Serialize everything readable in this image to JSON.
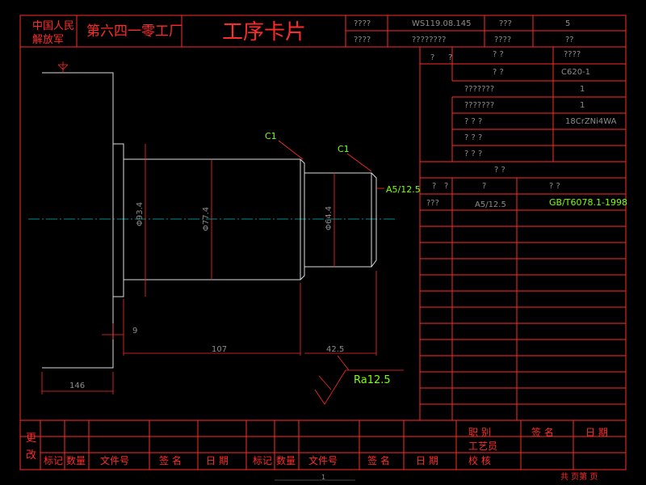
{
  "header": {
    "org_line1": "中国人民",
    "org_line2": "解放军",
    "factory": "第六四一零工厂",
    "title": "工序卡片",
    "cell_q1": "????",
    "cell_q2": "????",
    "drawing_no": "WS119.08.145",
    "cell_q3": "????????",
    "cell_q4": "???",
    "cell_q5": "????",
    "value_5": "5",
    "value_qq": "??"
  },
  "right_panel": {
    "row0_a": "?",
    "row0_b": "?",
    "row0_c": "?   ?",
    "row0_d": "????",
    "row1_c": "?   ?",
    "row1_d": "C620-1",
    "row2_c": "???????",
    "row2_d": "1",
    "row3_c": "???????",
    "row3_d": "1",
    "row4_c": "?  ?  ?",
    "row4_d": "18CrZNi4WA",
    "row5_c": "?  ?  ?",
    "row6_c": "?    ?    ?",
    "row7_c": "?         ?",
    "row8_a": "?",
    "row8_b": "?",
    "row8_c": "?",
    "row8_d": "?     ?",
    "row9_a": "???",
    "row9_c": "A5/12.5",
    "row9_d": "GB/T6078.1-1998"
  },
  "drawing": {
    "chamfer_left": "C1",
    "chamfer_right": "C1",
    "dia_93": "Φ93.4",
    "dia_77": "Φ77.4",
    "dia_64": "Φ64.4",
    "center_hole": "A5/12.5",
    "dim_9": "9",
    "dim_107": "107",
    "dim_42": "42.5",
    "dim_146": "146",
    "roughness": "Ra12.5"
  },
  "footer": {
    "change_1": "更",
    "change_2": "改",
    "mark": "标记",
    "qty": "数量",
    "file_no": "文件号",
    "sign": "签 名",
    "date": "日 期",
    "mark2": "标记",
    "qty2": "数量",
    "file_no2": "文件号",
    "sign2": "签 名",
    "date2": "日 期",
    "role1": "职 别",
    "role2": "工艺员",
    "role3": "校 核",
    "sign3": "签 名",
    "date3": "日 期",
    "pages": "共  页第  页",
    "page_no": "1"
  },
  "colors": {
    "frame": "#ff2a2a",
    "part": "#dcdcdc",
    "label": "#7fff00",
    "axis": "#00bcbc"
  }
}
